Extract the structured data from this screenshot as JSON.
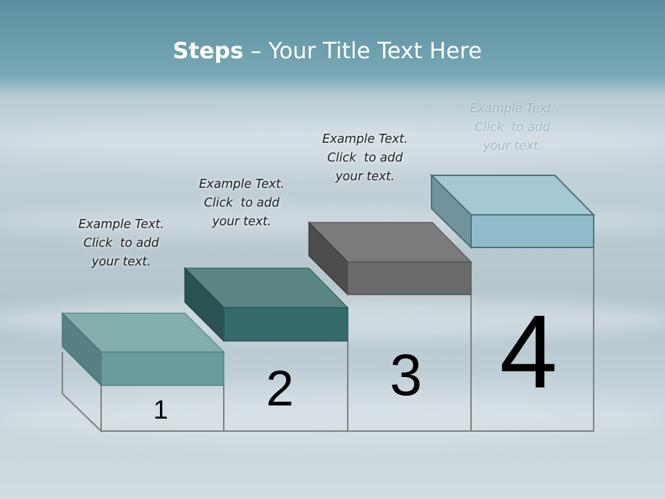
{
  "title": {
    "bold": "Steps",
    "rest": " – Your Title Text Here"
  },
  "steps": [
    {
      "number": "1",
      "caption": [
        "Example Text.",
        "Click  to add",
        "your text."
      ],
      "color": "#6a9c9e"
    },
    {
      "number": "2",
      "caption": [
        "Example Text.",
        "Click  to add",
        "your text."
      ],
      "color": "#356a6c"
    },
    {
      "number": "3",
      "caption": [
        "Example Text.",
        "Click  to add",
        "your text."
      ],
      "color": "#6a6a6a"
    },
    {
      "number": "4",
      "caption": [
        "Example Text.",
        "Click  to add",
        "your text."
      ],
      "color": "#92bccb"
    }
  ]
}
